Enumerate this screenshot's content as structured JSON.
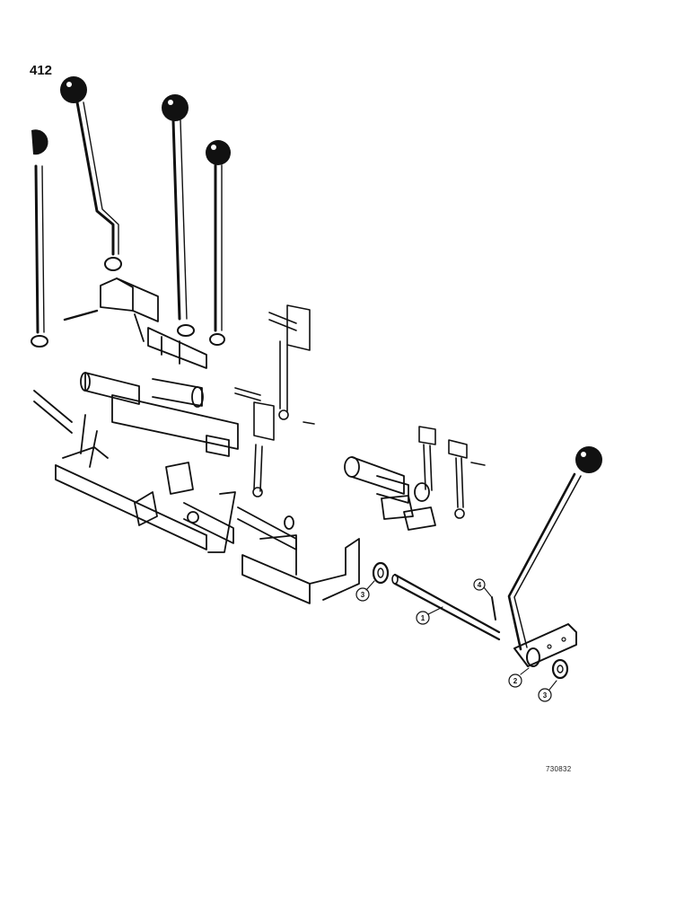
{
  "page": {
    "number": "412",
    "drawing_id": "730832"
  },
  "callouts": [
    {
      "id": "shaft",
      "label": "1"
    },
    {
      "id": "lever",
      "label": "2"
    },
    {
      "id": "washer-left",
      "label": "3"
    },
    {
      "id": "washer-right",
      "label": "3"
    },
    {
      "id": "pin",
      "label": "4"
    }
  ],
  "colors": {
    "ink": "#111111",
    "paper": "#ffffff"
  }
}
